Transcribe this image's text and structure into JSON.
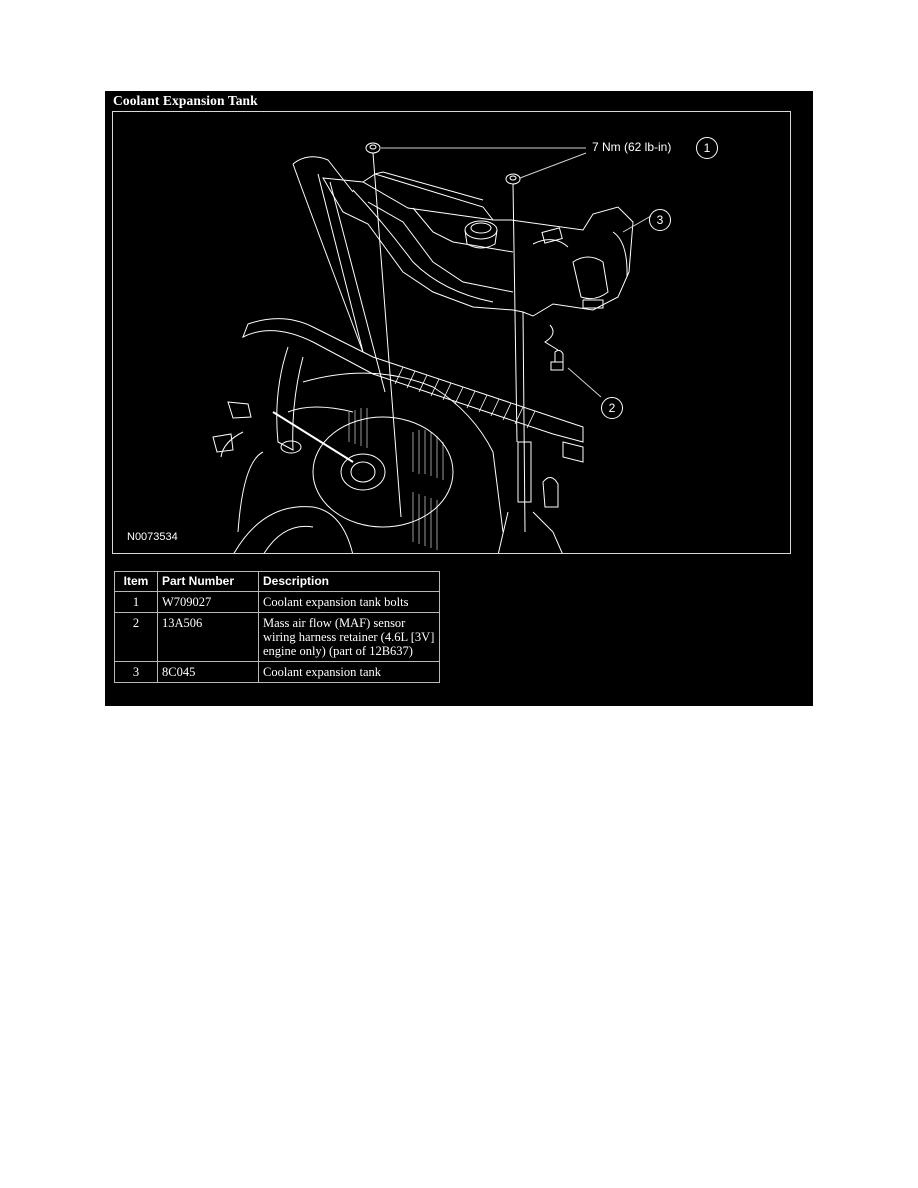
{
  "section": {
    "title": "Coolant Expansion Tank"
  },
  "figure": {
    "id": "N0073534",
    "torque_spec": "7 Nm (62 lb-in)",
    "callouts": [
      {
        "number": "1",
        "label": "7 Nm (62 lb-in)"
      },
      {
        "number": "2"
      },
      {
        "number": "3"
      }
    ],
    "colors": {
      "background": "#000000",
      "lines": "#ffffff",
      "frame": "#d8d8d8"
    }
  },
  "parts_table": {
    "headers": {
      "item": "Item",
      "part_number": "Part Number",
      "description": "Description"
    },
    "rows": [
      {
        "item": "1",
        "part_number": "W709027",
        "description": "Coolant expansion tank bolts"
      },
      {
        "item": "2",
        "part_number": "13A506",
        "description": "Mass air flow (MAF) sensor wiring harness retainer (4.6L [3V] engine only) (part of 12B637)"
      },
      {
        "item": "3",
        "part_number": "8C045",
        "description": "Coolant expansion tank"
      }
    ]
  }
}
